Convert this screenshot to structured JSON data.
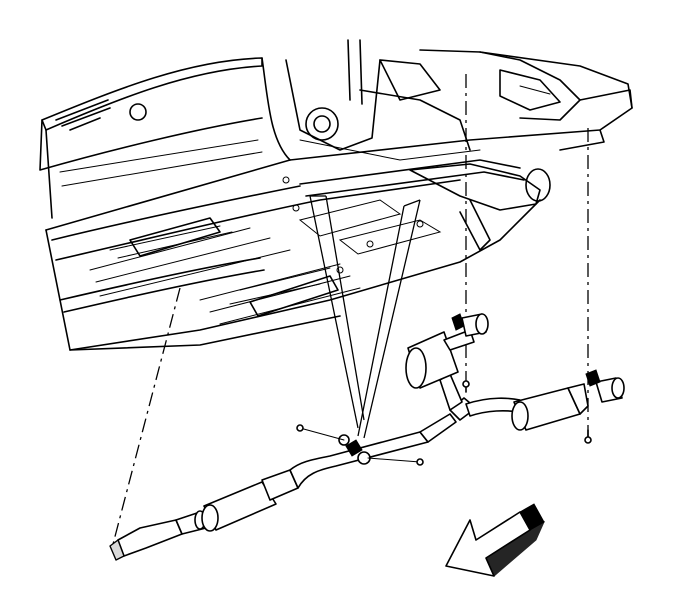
{
  "diagram": {
    "subject": "exhaust-system-installation",
    "components": [
      "vehicle-underbody",
      "catalytic-converter",
      "intermediate-pipe",
      "front-muffler",
      "exhaust-hanger-insulators",
      "rear-muffler-left",
      "rear-muffler-right",
      "tailpipe-tips",
      "hanger-bolts",
      "direction-arrow"
    ],
    "colors": {
      "ink": "#000000",
      "background": "#ffffff",
      "shade": "#d9d9d9"
    }
  }
}
